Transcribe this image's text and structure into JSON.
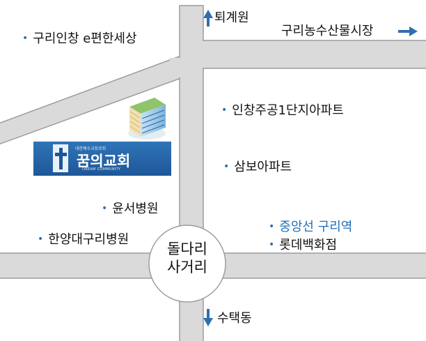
{
  "map": {
    "directions": {
      "north": "퇴계원",
      "east": "구리농수산물시장",
      "south": "수택동"
    },
    "intersection": {
      "line1": "돌다리",
      "line2": "사거리"
    },
    "landmarks": {
      "guri_center": "구리인창 e편한세상",
      "apt_incheon": "인창주공1단지아파트",
      "apt_sambo": "삼보아파트",
      "hospital_yoonseo": "윤서병원",
      "hospital_hanyang": "한양대구리병원",
      "station": "중앙선 구리역",
      "lotte": "롯데백화점"
    },
    "church": {
      "small_text": "대한예수교장로회",
      "name": "꿈의교회",
      "subtitle": "DREAM COMMUNITY"
    },
    "colors": {
      "road_fill": "#dadada",
      "road_edge": "#9c9c9c",
      "arrow": "#2f6fb0",
      "station_text": "#1f6fb8"
    }
  }
}
